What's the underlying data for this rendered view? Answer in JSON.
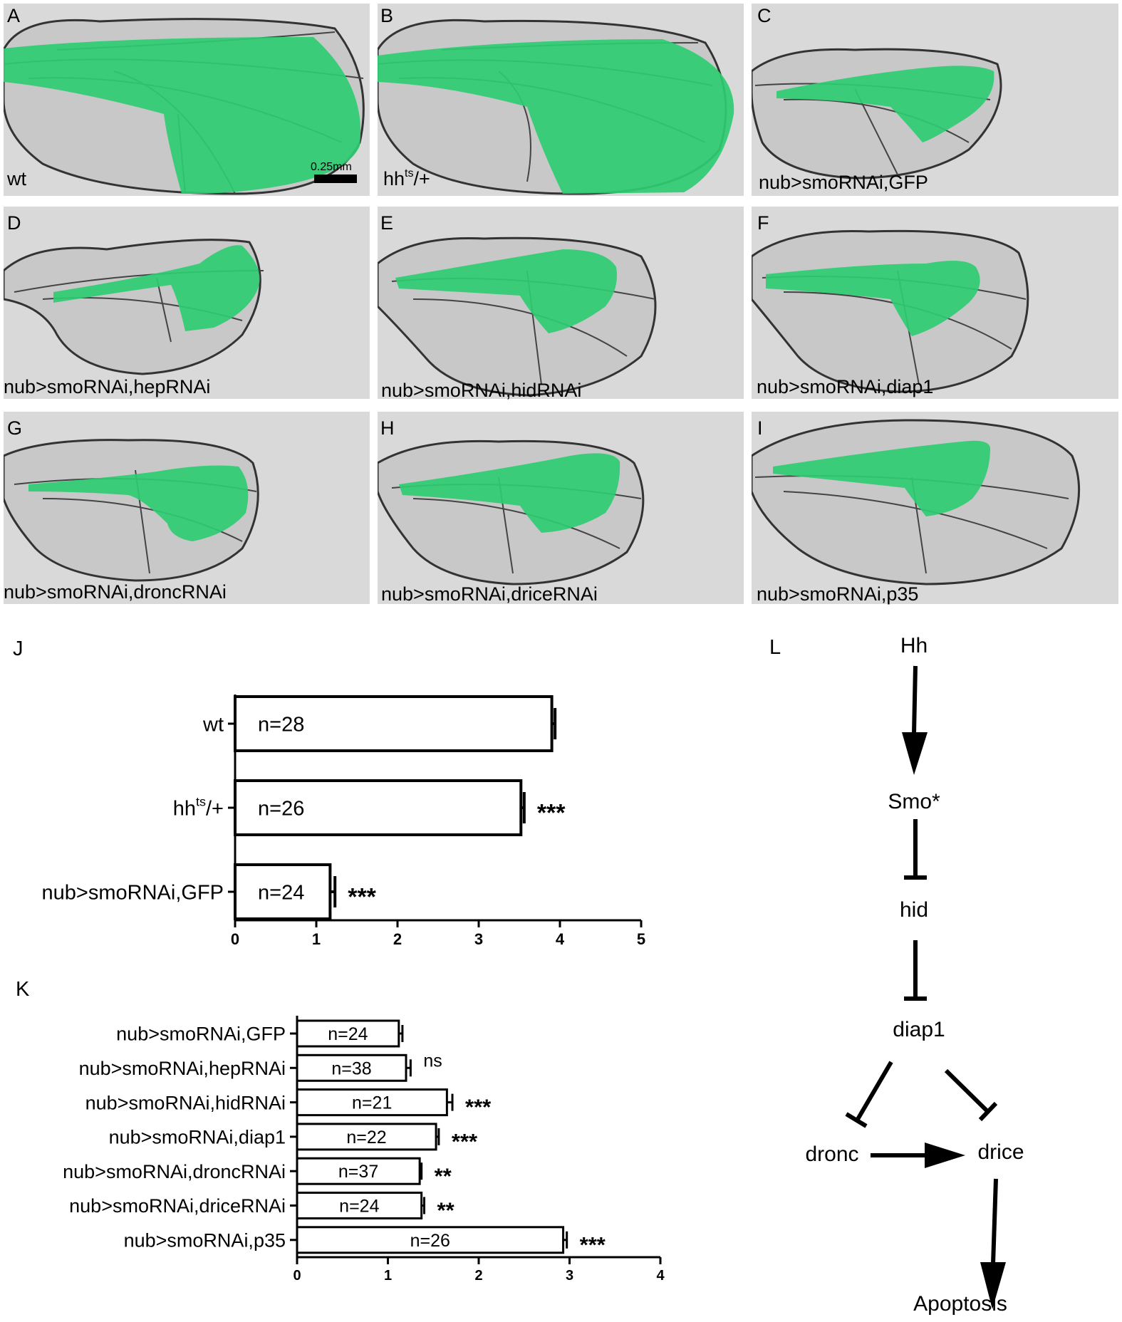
{
  "panels": [
    {
      "letter": "A",
      "genotype": "wt",
      "scale_bar": "0.25mm"
    },
    {
      "letter": "B",
      "genotype": "hh",
      "genotype_sup": "ts",
      "genotype_suffix": "/+"
    },
    {
      "letter": "C",
      "genotype": "nub>smoRNAi,GFP"
    },
    {
      "letter": "D",
      "genotype": "nub>smoRNAi,hepRNAi"
    },
    {
      "letter": "E",
      "genotype": "nub>smoRNAi,hidRNAi"
    },
    {
      "letter": "F",
      "genotype": "nub>smoRNAi,diap1"
    },
    {
      "letter": "G",
      "genotype": "nub>smoRNAi,droncRNAi"
    },
    {
      "letter": "H",
      "genotype": "nub>smoRNAi,driceRNAi"
    },
    {
      "letter": "I",
      "genotype": "nub>smoRNAi,p35"
    }
  ],
  "colors": {
    "highlight": "#2ecc71",
    "panel_bg": "#d9d9d9",
    "wing": "#b9b9b9"
  },
  "chart_data": [
    {
      "panel": "J",
      "type": "bar",
      "orientation": "horizontal",
      "categories": [
        "wt",
        "hh/+",
        "nub>smoRNAi,GFP"
      ],
      "category_parts": [
        {
          "base": "wt"
        },
        {
          "base": "hh",
          "sup": "ts",
          "suffix": "/+"
        },
        {
          "base": "nub>smoRNAi,GFP"
        }
      ],
      "values": [
        3.9,
        3.52,
        1.17
      ],
      "errors": [
        0.04,
        0.04,
        0.06
      ],
      "n_labels": [
        "n=28",
        "n=26",
        "n=24"
      ],
      "significance": [
        "",
        "***",
        "***"
      ],
      "xlim": [
        0,
        5
      ],
      "xticks": [
        "0",
        "1",
        "2",
        "3",
        "4",
        "5"
      ]
    },
    {
      "panel": "K",
      "type": "bar",
      "orientation": "horizontal",
      "categories": [
        "nub>smoRNAi,GFP",
        "nub>smoRNAi,hepRNAi",
        "nub>smoRNAi,hidRNAi",
        "nub>smoRNAi,diap1",
        "nub>smoRNAi,droncRNAi",
        "nub>smoRNAi,driceRNAi",
        "nub>smoRNAi,p35"
      ],
      "values": [
        1.12,
        1.2,
        1.65,
        1.53,
        1.35,
        1.37,
        2.93
      ],
      "errors": [
        0.04,
        0.05,
        0.06,
        0.03,
        0.02,
        0.03,
        0.04
      ],
      "n_labels": [
        "n=24",
        "n=38",
        "n=21",
        "n=22",
        "n=37",
        "n=24",
        "n=26"
      ],
      "significance": [
        "",
        "ns",
        "***",
        "***",
        "**",
        "**",
        "***"
      ],
      "xlim": [
        0,
        4
      ],
      "xticks": [
        "0",
        "1",
        "2",
        "3",
        "4"
      ]
    }
  ],
  "pathway": {
    "label": "L",
    "nodes": [
      "Hh",
      "Smo*",
      "hid",
      "diap1",
      "dronc",
      "drice",
      "Apoptosis"
    ]
  }
}
